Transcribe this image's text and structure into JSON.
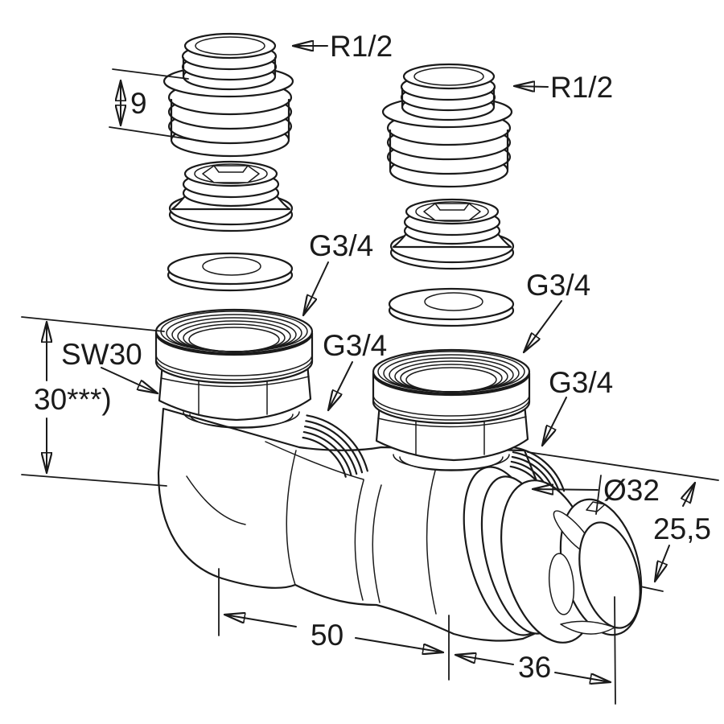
{
  "drawing": {
    "background_color": "#ffffff",
    "line_color": "#1a1a1a",
    "labels": {
      "r12_left": "R1/2",
      "r12_right": "R1/2",
      "dim_adapter_height": "9",
      "g34_left_union": "G3/4",
      "g34_left_body": "G3/4",
      "g34_right_union": "G3/4",
      "g34_right_body": "G3/4",
      "sw30": "SW30",
      "dim_union_height": "30***)",
      "dim_cap_diameter": "Ø32",
      "dim_cap_depth": "25,5",
      "dim_body_length_left": "50",
      "dim_body_length_right": "36"
    }
  }
}
